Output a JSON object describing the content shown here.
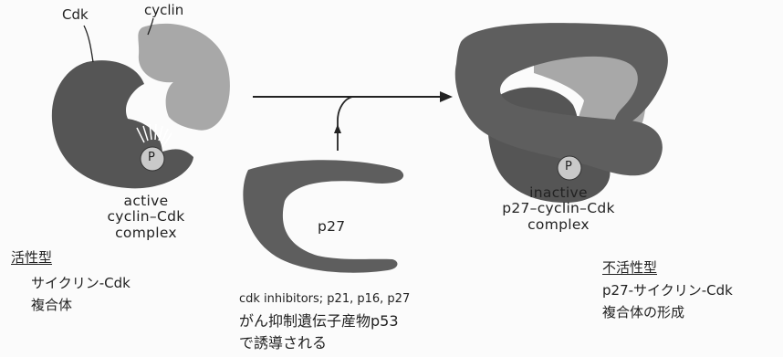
{
  "active_complex": {
    "label_cdk": "Cdk",
    "label_cyclin": "cyclin",
    "label_p": "P",
    "caption": [
      "active",
      "cyclin–Cdk",
      "complex"
    ],
    "jp_heading": "活性型",
    "jp_lines": [
      "サイクリン-Cdk",
      "複合体"
    ]
  },
  "inhibitor": {
    "label": "p27",
    "caption_en": "cdk inhibitors; p21, p16, p27",
    "caption_jp": [
      "がん抑制遺伝子産物p53",
      "で誘導される"
    ]
  },
  "inactive_complex": {
    "label_p": "P",
    "caption": [
      "inactive",
      "p27–cyclin–Cdk",
      "complex"
    ],
    "jp_heading": "不活性型",
    "jp_lines": [
      "p27-サイクリン-Cdk",
      "複合体の形成"
    ]
  },
  "colors": {
    "cdk": "#555555",
    "cyclin": "#a8a8a8",
    "p27": "#5e5e5e",
    "phosphate": "#c9c9c9",
    "line": "#222222"
  }
}
